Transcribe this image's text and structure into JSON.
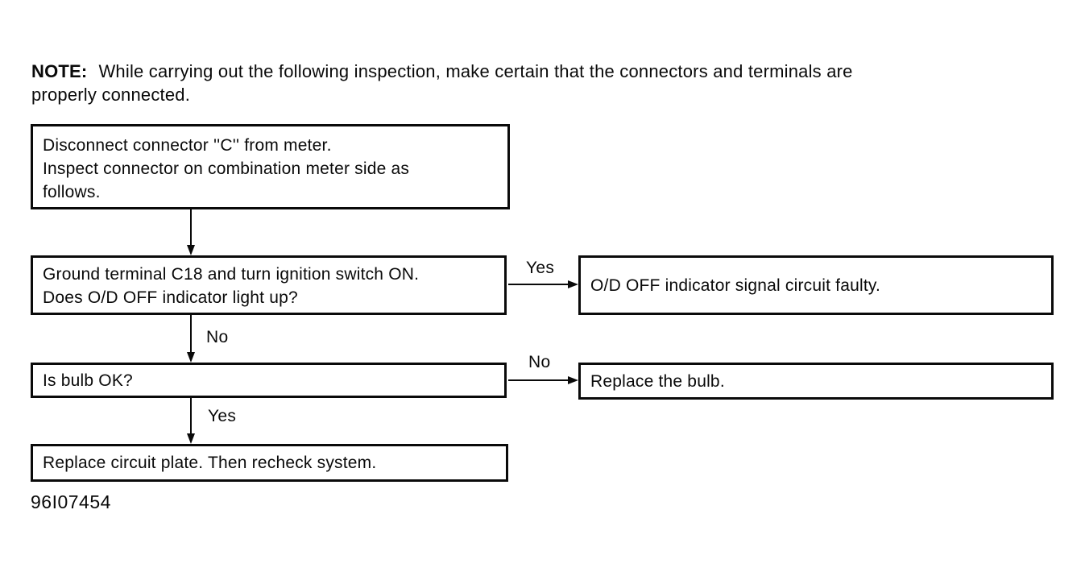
{
  "note": {
    "label": "NOTE:",
    "text": "While carrying out the following inspection, make certain that the connectors and terminals are\nproperly connected."
  },
  "flowchart": {
    "step1": "Disconnect connector ''C'' from meter.\nInspect connector on combination meter side as\nfollows.",
    "step2": "Ground terminal C18 and turn ignition switch ON.\nDoes O/D OFF indicator light up?",
    "step2_yes_result": "O/D OFF indicator signal circuit faulty.",
    "step3": "Is bulb OK?",
    "step3_no_result": "Replace the bulb.",
    "step4": "Replace circuit plate. Then recheck system.",
    "branch_labels": {
      "step2_yes": "Yes",
      "step2_no": "No",
      "step3_no": "No",
      "step3_yes": "Yes"
    }
  },
  "figure_code": "96I07454"
}
